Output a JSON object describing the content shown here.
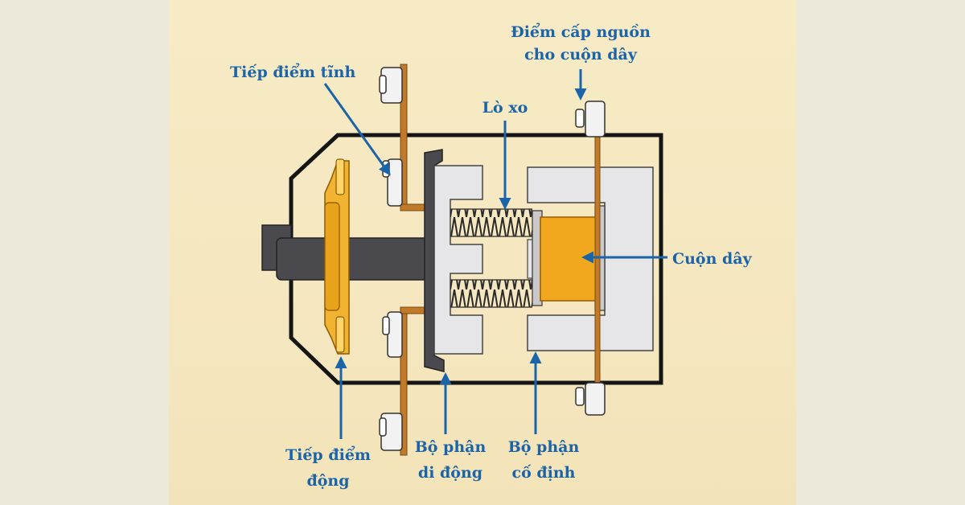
{
  "labels": {
    "tiep_diem_tinh": "Tiếp điểm tĩnh",
    "diem_cap_nguon_1": "Điểm cấp nguồn",
    "diem_cap_nguon_2": "cho cuộn dây",
    "lo_xo": "Lò xo",
    "cuon_day": "Cuộn dây",
    "tiep_diem_dong_1": "Tiếp điểm",
    "tiep_diem_dong_2": "động",
    "bo_phan_di_dong_1": "Bộ phận",
    "bo_phan_di_dong_2": "di động",
    "bo_phan_co_dinh_1": "Bộ phận",
    "bo_phan_co_dinh_2": "cố định"
  },
  "colors": {
    "label": "#1c64a8",
    "copper": "#c07a2a",
    "coil": "#f2a81e",
    "core": "#e6e6e8",
    "armature_dark": "#4a4a4e"
  }
}
